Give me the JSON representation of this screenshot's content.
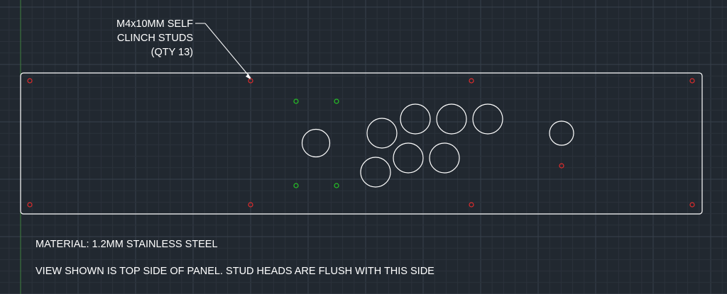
{
  "drawing": {
    "callout": {
      "lines": [
        "M4x10MM SELF",
        "CLINCH STUDS",
        "(QTY 13)"
      ]
    },
    "notes": {
      "material": "MATERIAL: 1.2MM STAINLESS STEEL",
      "view": "VIEW SHOWN IS TOP SIDE OF PANEL. STUD HEADS ARE FLUSH WITH THIS SIDE"
    },
    "colors": {
      "background": "#212830",
      "grid_minor": "#2b323b",
      "grid_major": "#38414b",
      "outline": "#ffffff",
      "stud_hole": "#e02c2c",
      "mount_hole": "#26c226",
      "button_hole": "#ffffff",
      "text": "#ffffff"
    }
  }
}
